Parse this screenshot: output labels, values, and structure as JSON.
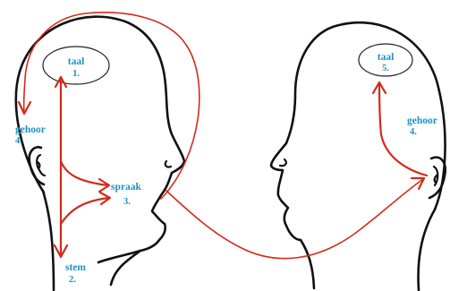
{
  "left_head": {
    "taal": {
      "word": "taal",
      "number": "1."
    },
    "gehoor": {
      "word": "gehoor",
      "number": "4."
    },
    "spraak": {
      "word": "spraak",
      "number": "3."
    },
    "stem": {
      "word": "stem",
      "number": "2."
    }
  },
  "right_head": {
    "taal": {
      "word": "taal",
      "number": "5."
    },
    "gehoor": {
      "word": "gehoor",
      "number": "4."
    }
  },
  "colors": {
    "outline": "#111111",
    "arrow": "#d42a1c",
    "label": "#1e8fc6"
  }
}
